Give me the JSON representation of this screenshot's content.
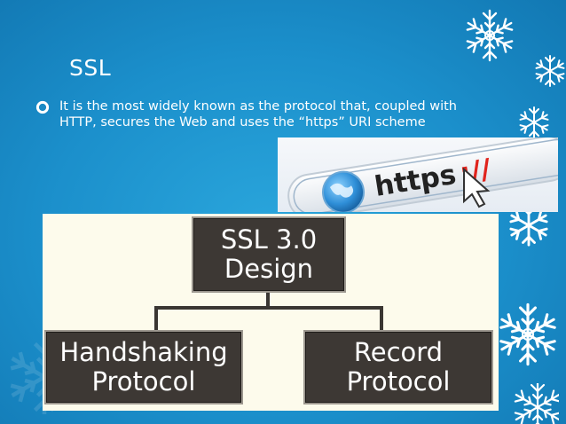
{
  "slide": {
    "title": "SSL",
    "bullets": [
      {
        "text": "It is the most widely known as the protocol that, coupled with HTTP, secures the Web and uses the “https” URI scheme"
      }
    ]
  },
  "https_image": {
    "text": "https://"
  },
  "diagram": {
    "top_box": {
      "line1": "SSL 3.0",
      "line2": "Design"
    },
    "left_box": {
      "line1": "Handshaking",
      "line2": "Protocol"
    },
    "right_box": {
      "line1": "Record",
      "line2": "Protocol"
    }
  },
  "colors": {
    "background": "#1b8fcb",
    "box_fill": "#3d3834",
    "diagram_background": "#fdfbec",
    "text": "#ffffff"
  }
}
